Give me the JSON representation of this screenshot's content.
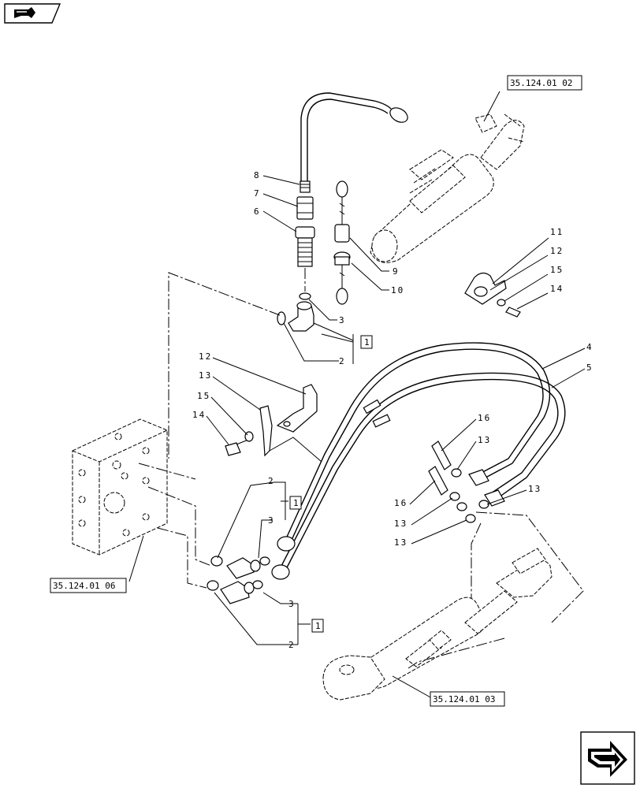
{
  "callouts": [
    {
      "id": "c8",
      "text": "8"
    },
    {
      "id": "c7",
      "text": "7"
    },
    {
      "id": "c6",
      "text": "6"
    },
    {
      "id": "c9",
      "text": "9"
    },
    {
      "id": "c10",
      "text": "10"
    },
    {
      "id": "c3a",
      "text": "3"
    },
    {
      "id": "c2a",
      "text": "2"
    },
    {
      "id": "c11",
      "text": "11"
    },
    {
      "id": "c12a",
      "text": "12"
    },
    {
      "id": "c15a",
      "text": "15"
    },
    {
      "id": "c14a",
      "text": "14"
    },
    {
      "id": "c4",
      "text": "4"
    },
    {
      "id": "c5",
      "text": "5"
    },
    {
      "id": "c12b",
      "text": "12"
    },
    {
      "id": "c13a",
      "text": "13"
    },
    {
      "id": "c15b",
      "text": "15"
    },
    {
      "id": "c14b",
      "text": "14"
    },
    {
      "id": "c16a",
      "text": "16"
    },
    {
      "id": "c13b",
      "text": "13"
    },
    {
      "id": "c16b",
      "text": "16"
    },
    {
      "id": "c13c",
      "text": "13"
    },
    {
      "id": "c13d",
      "text": "13"
    },
    {
      "id": "c13e",
      "text": "13"
    },
    {
      "id": "c2b",
      "text": "2"
    },
    {
      "id": "c3b",
      "text": "3"
    },
    {
      "id": "c3c",
      "text": "3"
    },
    {
      "id": "c2c",
      "text": "2"
    }
  ],
  "kit_labels": [
    {
      "id": "k1",
      "text": "1"
    },
    {
      "id": "k2",
      "text": "1"
    },
    {
      "id": "k3",
      "text": "1"
    }
  ],
  "refs": [
    {
      "id": "r1",
      "text": "35.124.01 02"
    },
    {
      "id": "r2",
      "text": "35.124.01 06"
    },
    {
      "id": "r3",
      "text": "35.124.01 03"
    }
  ],
  "icons": {
    "top_left": "page-back-icon",
    "bottom_right": "next-page-arrow-icon"
  }
}
